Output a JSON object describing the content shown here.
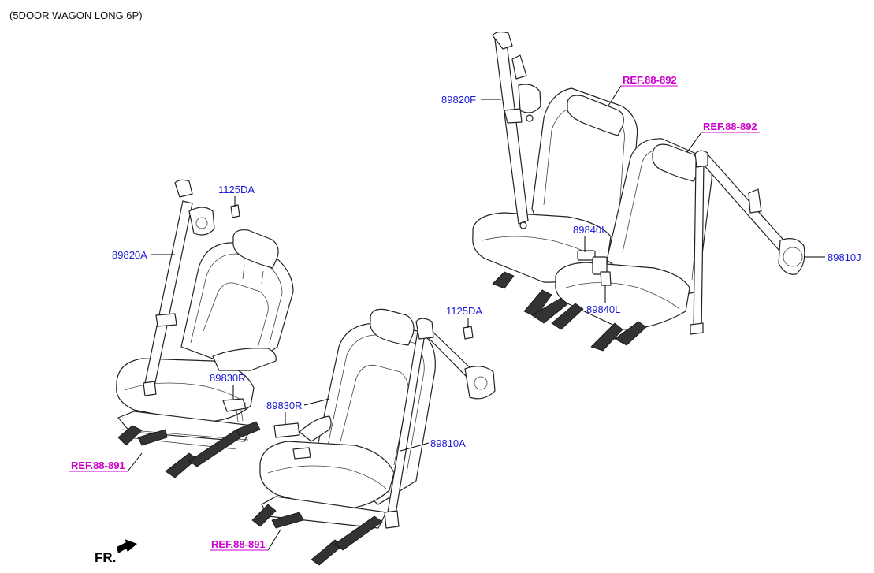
{
  "header": {
    "title": "(5DOOR WAGON LONG 6P)"
  },
  "colors": {
    "part_label": "#1a1ad6",
    "ref_link": "#cc00cc",
    "line": "#000000"
  },
  "labels": {
    "p89820F": "89820F",
    "p89820A": "89820A",
    "p1125DA_front": "1125DA",
    "p1125DA_center": "1125DA",
    "p89830R_front": "89830R",
    "p89830R_center": "89830R",
    "p89810A": "89810A",
    "p89840L_upper": "89840L",
    "p89840L_lower": "89840L",
    "p89810J": "89810J"
  },
  "refs": {
    "rear_top": "REF.88-892",
    "rear_right": "REF.88-892",
    "front_left": "REF.88-891",
    "front_center": "REF.88-891"
  },
  "direction": {
    "label": "FR."
  }
}
